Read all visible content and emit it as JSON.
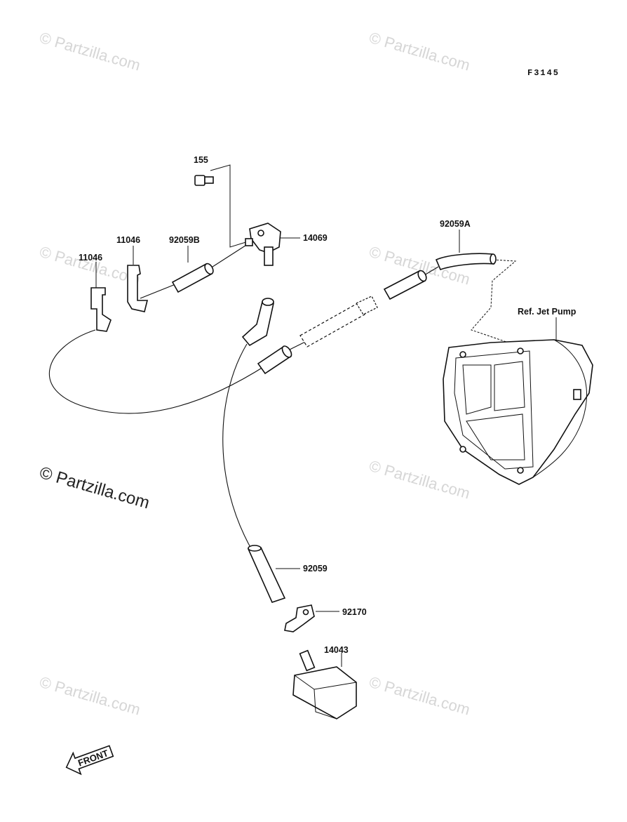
{
  "figure_code": "F3145",
  "watermark": {
    "text": "© Partzilla.com",
    "main_text": "© Partzilla.com"
  },
  "parts": {
    "p155": "155",
    "p11046_a": "11046",
    "p11046_b": "11046",
    "p92059B": "92059B",
    "p14069": "14069",
    "p92059A": "92059A",
    "p_ref_jet_pump": "Ref. Jet Pump",
    "p92059": "92059",
    "p92170": "92170",
    "p14043": "14043"
  },
  "front_label": "FRONT"
}
